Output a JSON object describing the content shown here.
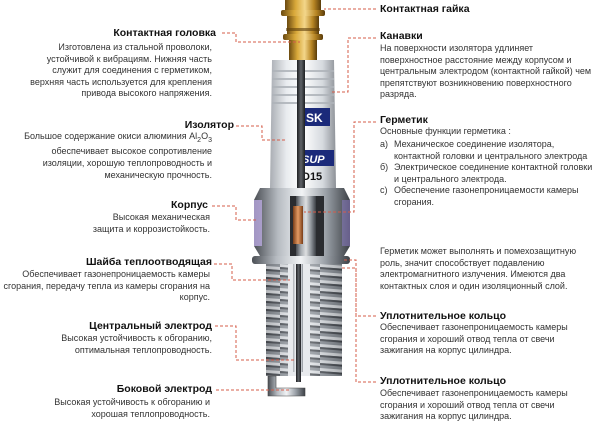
{
  "brand_fragments": {
    "top": "SK",
    "middle": "SUP",
    "code": "D15"
  },
  "left": {
    "contact_head": {
      "title": "Контактная головка",
      "desc": "Изготовлена из стальной проволоки, устойчивой к вибрациям. Нижняя часть служит для соединения с герметиком, верхняя часть используется для крепления привода высокого напряжения."
    },
    "insulator": {
      "title": "Изолятор",
      "desc_pre": "Большое содержание окиси алюминия Al",
      "desc_sub1": "2",
      "desc_mid": "O",
      "desc_sub2": "3",
      "desc_post": " обеспечивает высокое сопротивление изоляции, хорошую теплопроводность и механическую прочность."
    },
    "body": {
      "title": "Корпус",
      "desc": "Высокая механическая защита и коррозистойкость."
    },
    "heat_washer": {
      "title": "Шайба теплоотводящая",
      "desc": "Обеспечивает газонепроницаемость камеры сгорания, передачу тепла из камеры сгорания на корпус."
    },
    "center_electrode": {
      "title": "Центральный электрод",
      "desc": "Высокая устойчивость к обгоранию, оптимальная теплопроводность."
    },
    "side_electrode": {
      "title": "Боковой электрод",
      "desc": "Высокая устойчивость к обгоранию и хорошая теплопроводность."
    }
  },
  "right": {
    "contact_nut": {
      "title": "Контактная гайка"
    },
    "grooves": {
      "title": "Канавки",
      "desc": "На поверхности изолятора удлиняет поверхностное расстояние между корпусом и центральным электродом (контактной гайкой) чем препятствуют возникновению поверхностного разряда."
    },
    "sealant": {
      "title": "Герметик",
      "intro": "Основные функции герметика :",
      "items": [
        {
          "marker": "а)",
          "text": "Механическое соединение изолятора, контактной головки и центрального электрода"
        },
        {
          "marker": "б)",
          "text": "Электрическое соединение контактной головки и центрального электрода."
        },
        {
          "marker": "с)",
          "text": "Обеспечение газонепроницаемости камеры сгорания."
        }
      ],
      "note": "Герметик может выполнять и помехозащитную роль, значит способствует подавлению электромагнитного излучения. Имеются два контактных слоя и один изоляционный слой."
    },
    "seal_ring_1": {
      "title": "Уплотнительное кольцо",
      "desc": "Обеспечивает газонепроницаемость камеры сгорания и хороший отвод тепла от свечи зажигания на корпус цилиндра."
    },
    "seal_ring_2": {
      "title": "Уплотнительное кольцо",
      "desc": "Обеспечивает газонепроницаемость камеры сгорания и хороший отвод тепла от свечи зажигания на корпус цилиндра."
    }
  }
}
